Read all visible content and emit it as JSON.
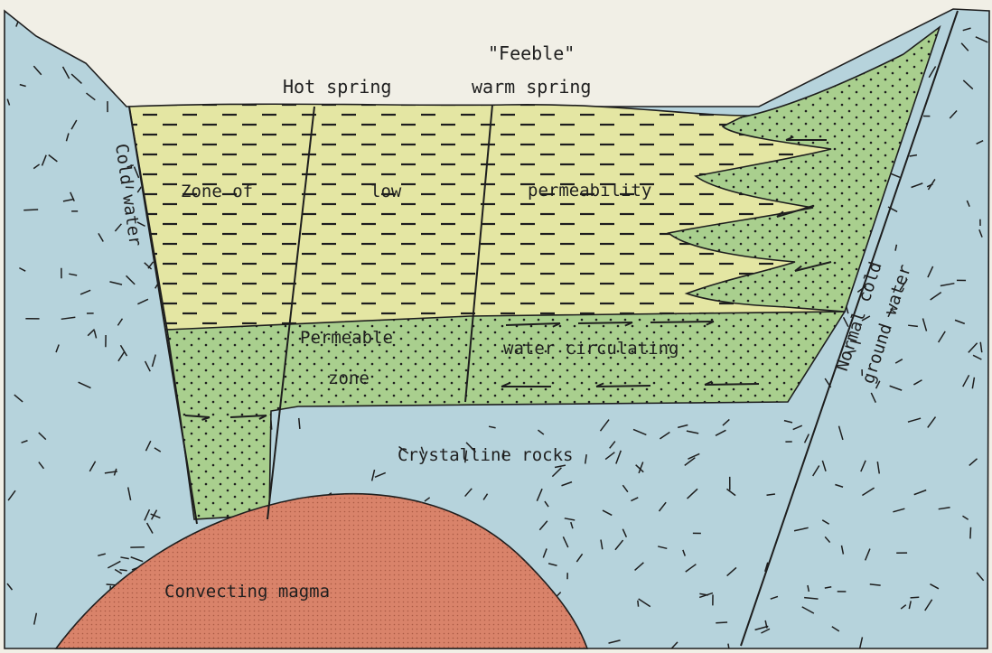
{
  "labels": {
    "hot_spring": "Hot spring",
    "feeble_quote": "\"Feeble\"",
    "warm_spring": "warm spring",
    "cold_water": "Cold water",
    "zone_of": "Zone of",
    "low": "low",
    "permeability": "permeability",
    "permeable": "Permeable",
    "zone": "zone",
    "water_circulating": "water circulating",
    "normal_cold": "Normal cold",
    "ground_water": "ground water",
    "crystalline_rocks": "Crystalline  rocks",
    "convecting_magma": "Convecting magma"
  },
  "colors": {
    "crystalline": "#b6d3dc",
    "low_permeability": "#e4e6a3",
    "permeable": "#a9cf8e",
    "magma": "#d9836a",
    "line": "#1e1e1e",
    "background": "#f1efe6"
  }
}
